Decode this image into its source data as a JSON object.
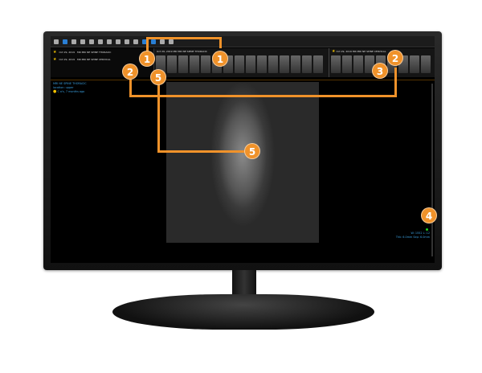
{
  "toolbar": {
    "icons": [
      "layout-icon",
      "display-icon",
      "zoom-icon",
      "pan-icon",
      "window-level-icon",
      "measure-icon",
      "arrow-icon",
      "undo-icon",
      "angle-icon",
      "annotate-icon",
      "link-icon",
      "series-icon",
      "print-icon",
      "settings-icon"
    ]
  },
  "studies": [
    {
      "date": "Oct 29, 2019",
      "desc": "MR MRI NE SPINE THORACIC"
    },
    {
      "date": "Oct 29, 2019",
      "desc": "MR MRI NE SPINE CERVICAL"
    }
  ],
  "strip1": {
    "header": "Oct 29, 2019  MR MRI NE SPINE THORACIC"
  },
  "strip2": {
    "header": "Oct 29, 2019  MR MRI NE SPINE CERVICAL"
  },
  "viewport": {
    "left_info": [
      "MRI NE SPINE THORACIC",
      "location: upper",
      "C a's, 7 months ago"
    ],
    "right_info": [
      "W: 1552  L: 12",
      "Thk: 6.0mm  Sep: 6.0mm"
    ]
  },
  "callouts": [
    "1",
    "1",
    "2",
    "5",
    "2",
    "3",
    "5",
    "4"
  ],
  "colors": {
    "callout": "#f0922a",
    "overlay_text": "#3aa0e0"
  }
}
